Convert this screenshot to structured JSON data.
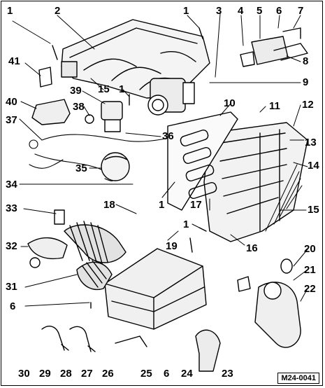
{
  "callouts": [
    {
      "id": "c1a",
      "text": "1"
    },
    {
      "id": "c2",
      "text": "2"
    },
    {
      "id": "c1b",
      "text": "1"
    },
    {
      "id": "c3",
      "text": "3"
    },
    {
      "id": "c4",
      "text": "4"
    },
    {
      "id": "c5",
      "text": "5"
    },
    {
      "id": "c6a",
      "text": "6"
    },
    {
      "id": "c7",
      "text": "7"
    },
    {
      "id": "c8",
      "text": "8"
    },
    {
      "id": "c41",
      "text": "41"
    },
    {
      "id": "c39",
      "text": "39"
    },
    {
      "id": "c15a",
      "text": "15"
    },
    {
      "id": "c1c",
      "text": "1"
    },
    {
      "id": "c9",
      "text": "9"
    },
    {
      "id": "c40",
      "text": "40"
    },
    {
      "id": "c38",
      "text": "38"
    },
    {
      "id": "c10",
      "text": "10"
    },
    {
      "id": "c11",
      "text": "11"
    },
    {
      "id": "c12",
      "text": "12"
    },
    {
      "id": "c37",
      "text": "37"
    },
    {
      "id": "c36",
      "text": "36"
    },
    {
      "id": "c13",
      "text": "13"
    },
    {
      "id": "c14",
      "text": "14"
    },
    {
      "id": "c35",
      "text": "35"
    },
    {
      "id": "c34",
      "text": "34"
    },
    {
      "id": "c1d",
      "text": "1"
    },
    {
      "id": "c17",
      "text": "17"
    },
    {
      "id": "c33",
      "text": "33"
    },
    {
      "id": "c18",
      "text": "18"
    },
    {
      "id": "c15b",
      "text": "15"
    },
    {
      "id": "c1e",
      "text": "1"
    },
    {
      "id": "c19",
      "text": "19"
    },
    {
      "id": "c32",
      "text": "32"
    },
    {
      "id": "c16",
      "text": "16"
    },
    {
      "id": "c20",
      "text": "20"
    },
    {
      "id": "c21",
      "text": "21"
    },
    {
      "id": "c31",
      "text": "31"
    },
    {
      "id": "c6b",
      "text": "6"
    },
    {
      "id": "c22",
      "text": "22"
    },
    {
      "id": "c30",
      "text": "30"
    },
    {
      "id": "c29",
      "text": "29"
    },
    {
      "id": "c28",
      "text": "28"
    },
    {
      "id": "c27",
      "text": "27"
    },
    {
      "id": "c26",
      "text": "26"
    },
    {
      "id": "c25",
      "text": "25"
    },
    {
      "id": "c6c",
      "text": "6"
    },
    {
      "id": "c24",
      "text": "24"
    },
    {
      "id": "c23",
      "text": "23"
    }
  ],
  "reference_code": "M24-0041"
}
